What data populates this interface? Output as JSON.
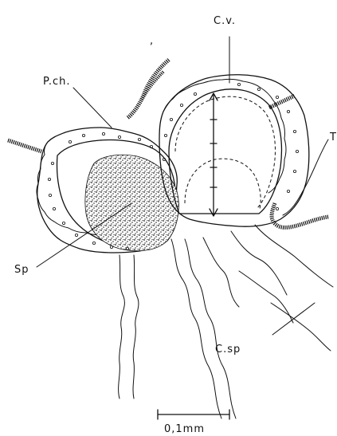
{
  "labels": {
    "cv": "C.v.",
    "pch": "P.ch.",
    "t": "T",
    "sp": "Sp",
    "csp": "C.sp"
  },
  "scale_bar": {
    "label": "0,1mm"
  },
  "colors": {
    "ink": "#111111",
    "background": "#ffffff"
  }
}
